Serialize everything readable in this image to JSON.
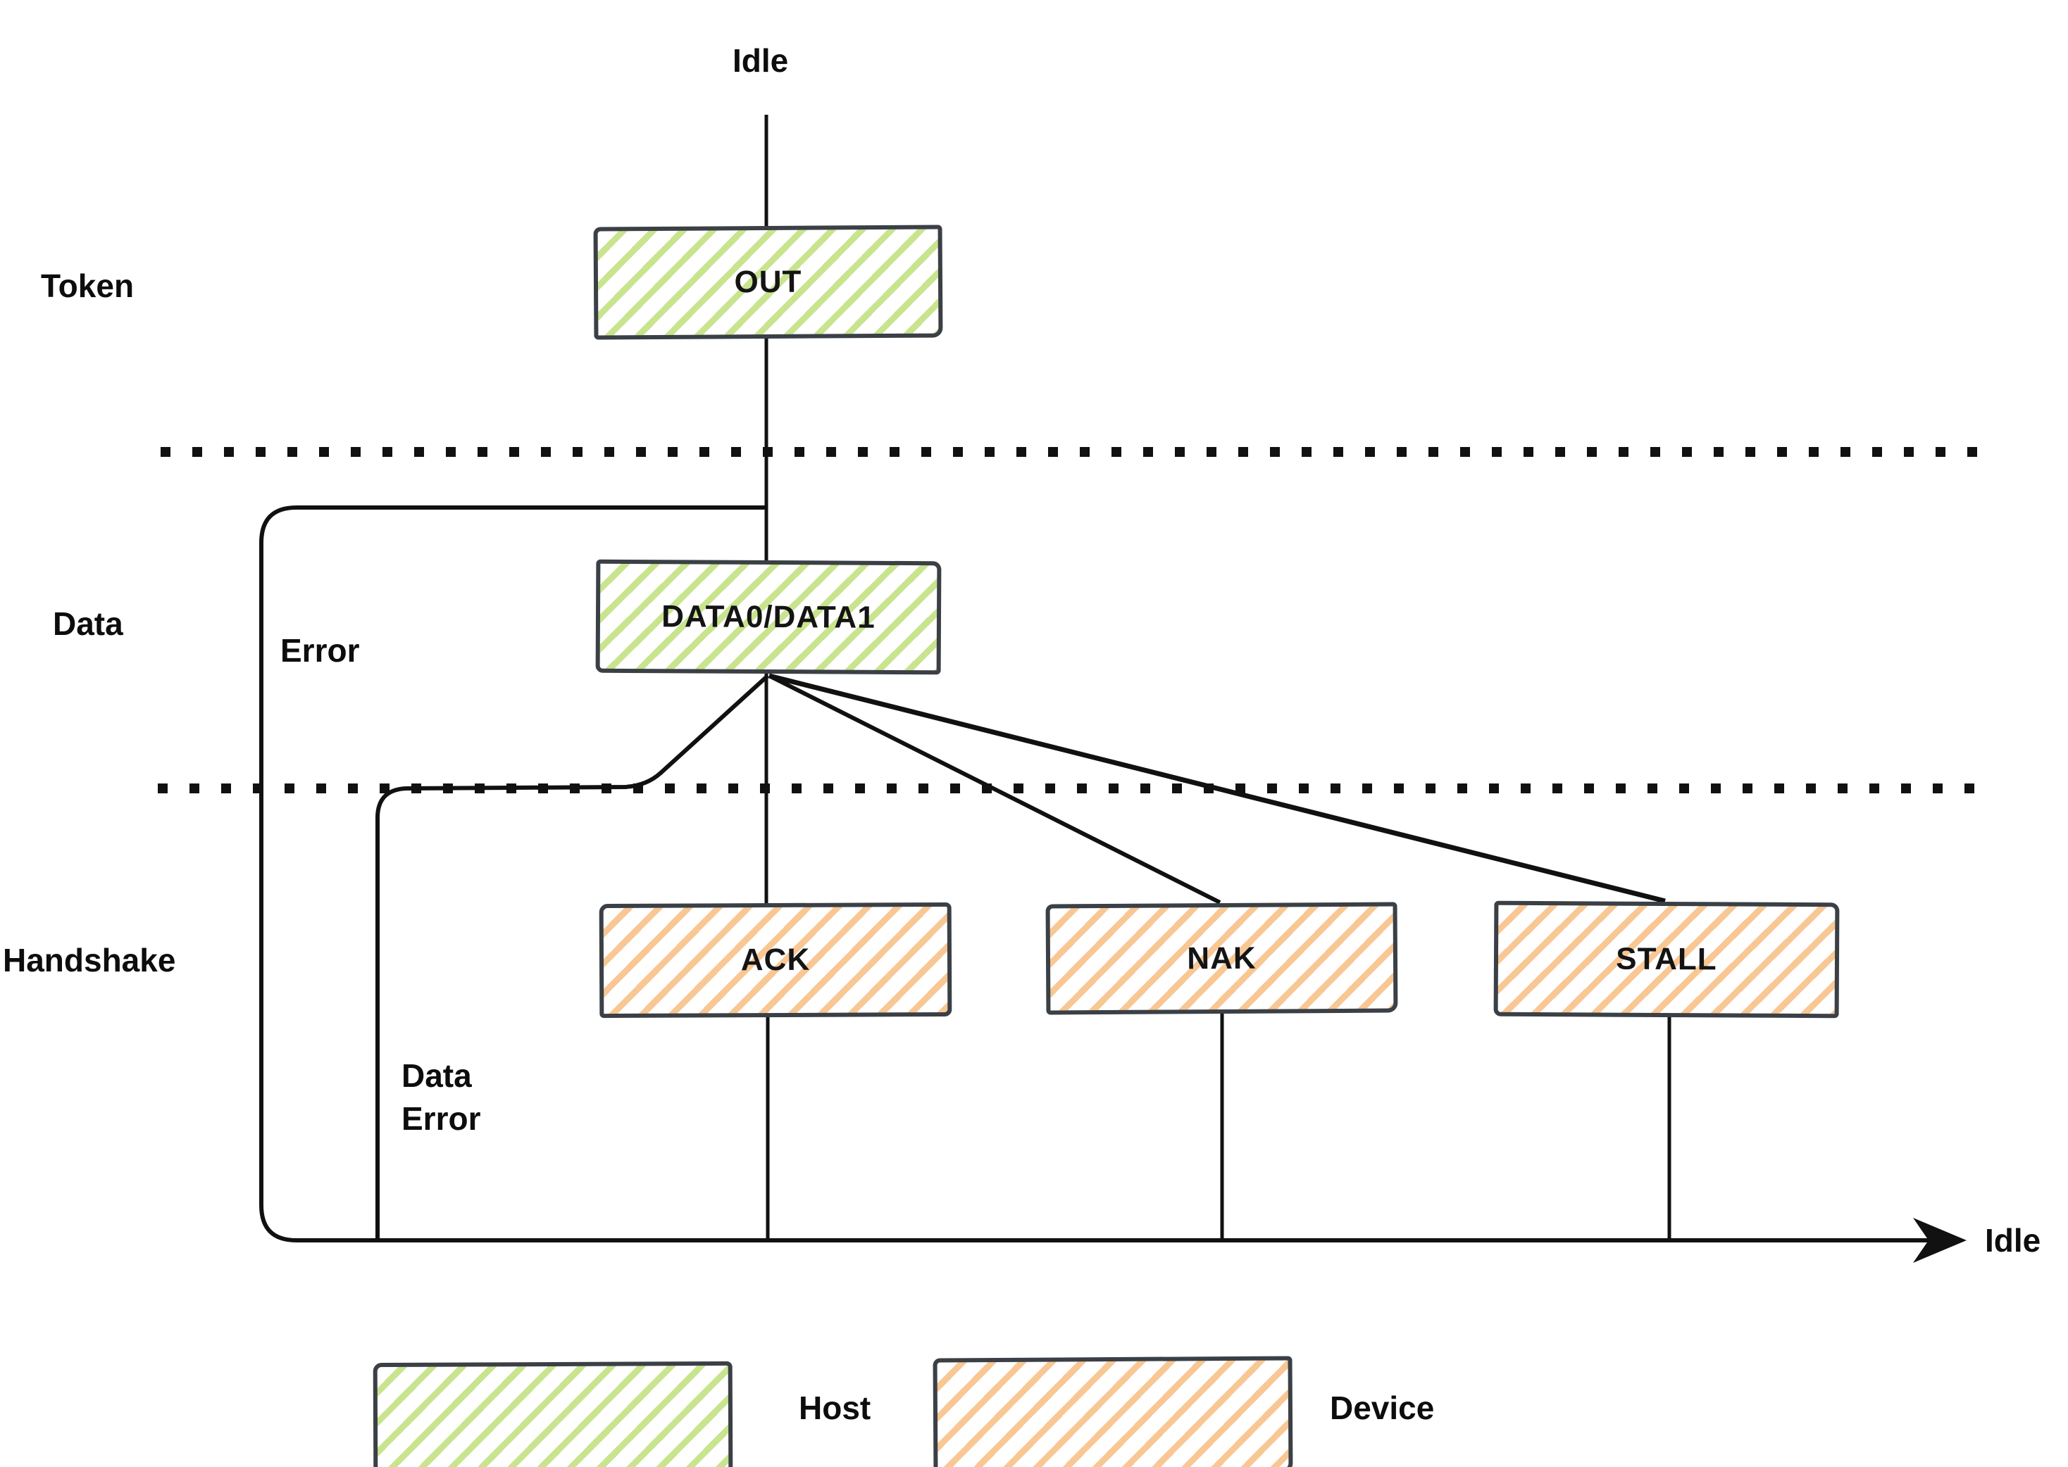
{
  "diagram": {
    "kind": "usb-out-transaction-flow",
    "start_label": "Idle",
    "end_label": "Idle",
    "phases": [
      {
        "id": "token",
        "label": "Token"
      },
      {
        "id": "data",
        "label": "Data"
      },
      {
        "id": "handshake",
        "label": "Handshake"
      }
    ],
    "nodes": [
      {
        "id": "out",
        "label": "OUT",
        "actor": "host"
      },
      {
        "id": "data0data1",
        "label": "DATA0/DATA1",
        "actor": "host"
      },
      {
        "id": "ack",
        "label": "ACK",
        "actor": "device"
      },
      {
        "id": "nak",
        "label": "NAK",
        "actor": "device"
      },
      {
        "id": "stall",
        "label": "STALL",
        "actor": "device"
      }
    ],
    "edge_labels": {
      "error": "Error",
      "data_error": {
        "line1": "Data",
        "line2": "Error"
      }
    },
    "legend": [
      {
        "label": "Host",
        "swatch": "host"
      },
      {
        "label": "Device",
        "swatch": "device"
      }
    ],
    "colors": {
      "host_hatch": "#c9e48e",
      "device_hatch": "#f9c794",
      "box_border": "#3a4045",
      "line": "#111111"
    }
  }
}
